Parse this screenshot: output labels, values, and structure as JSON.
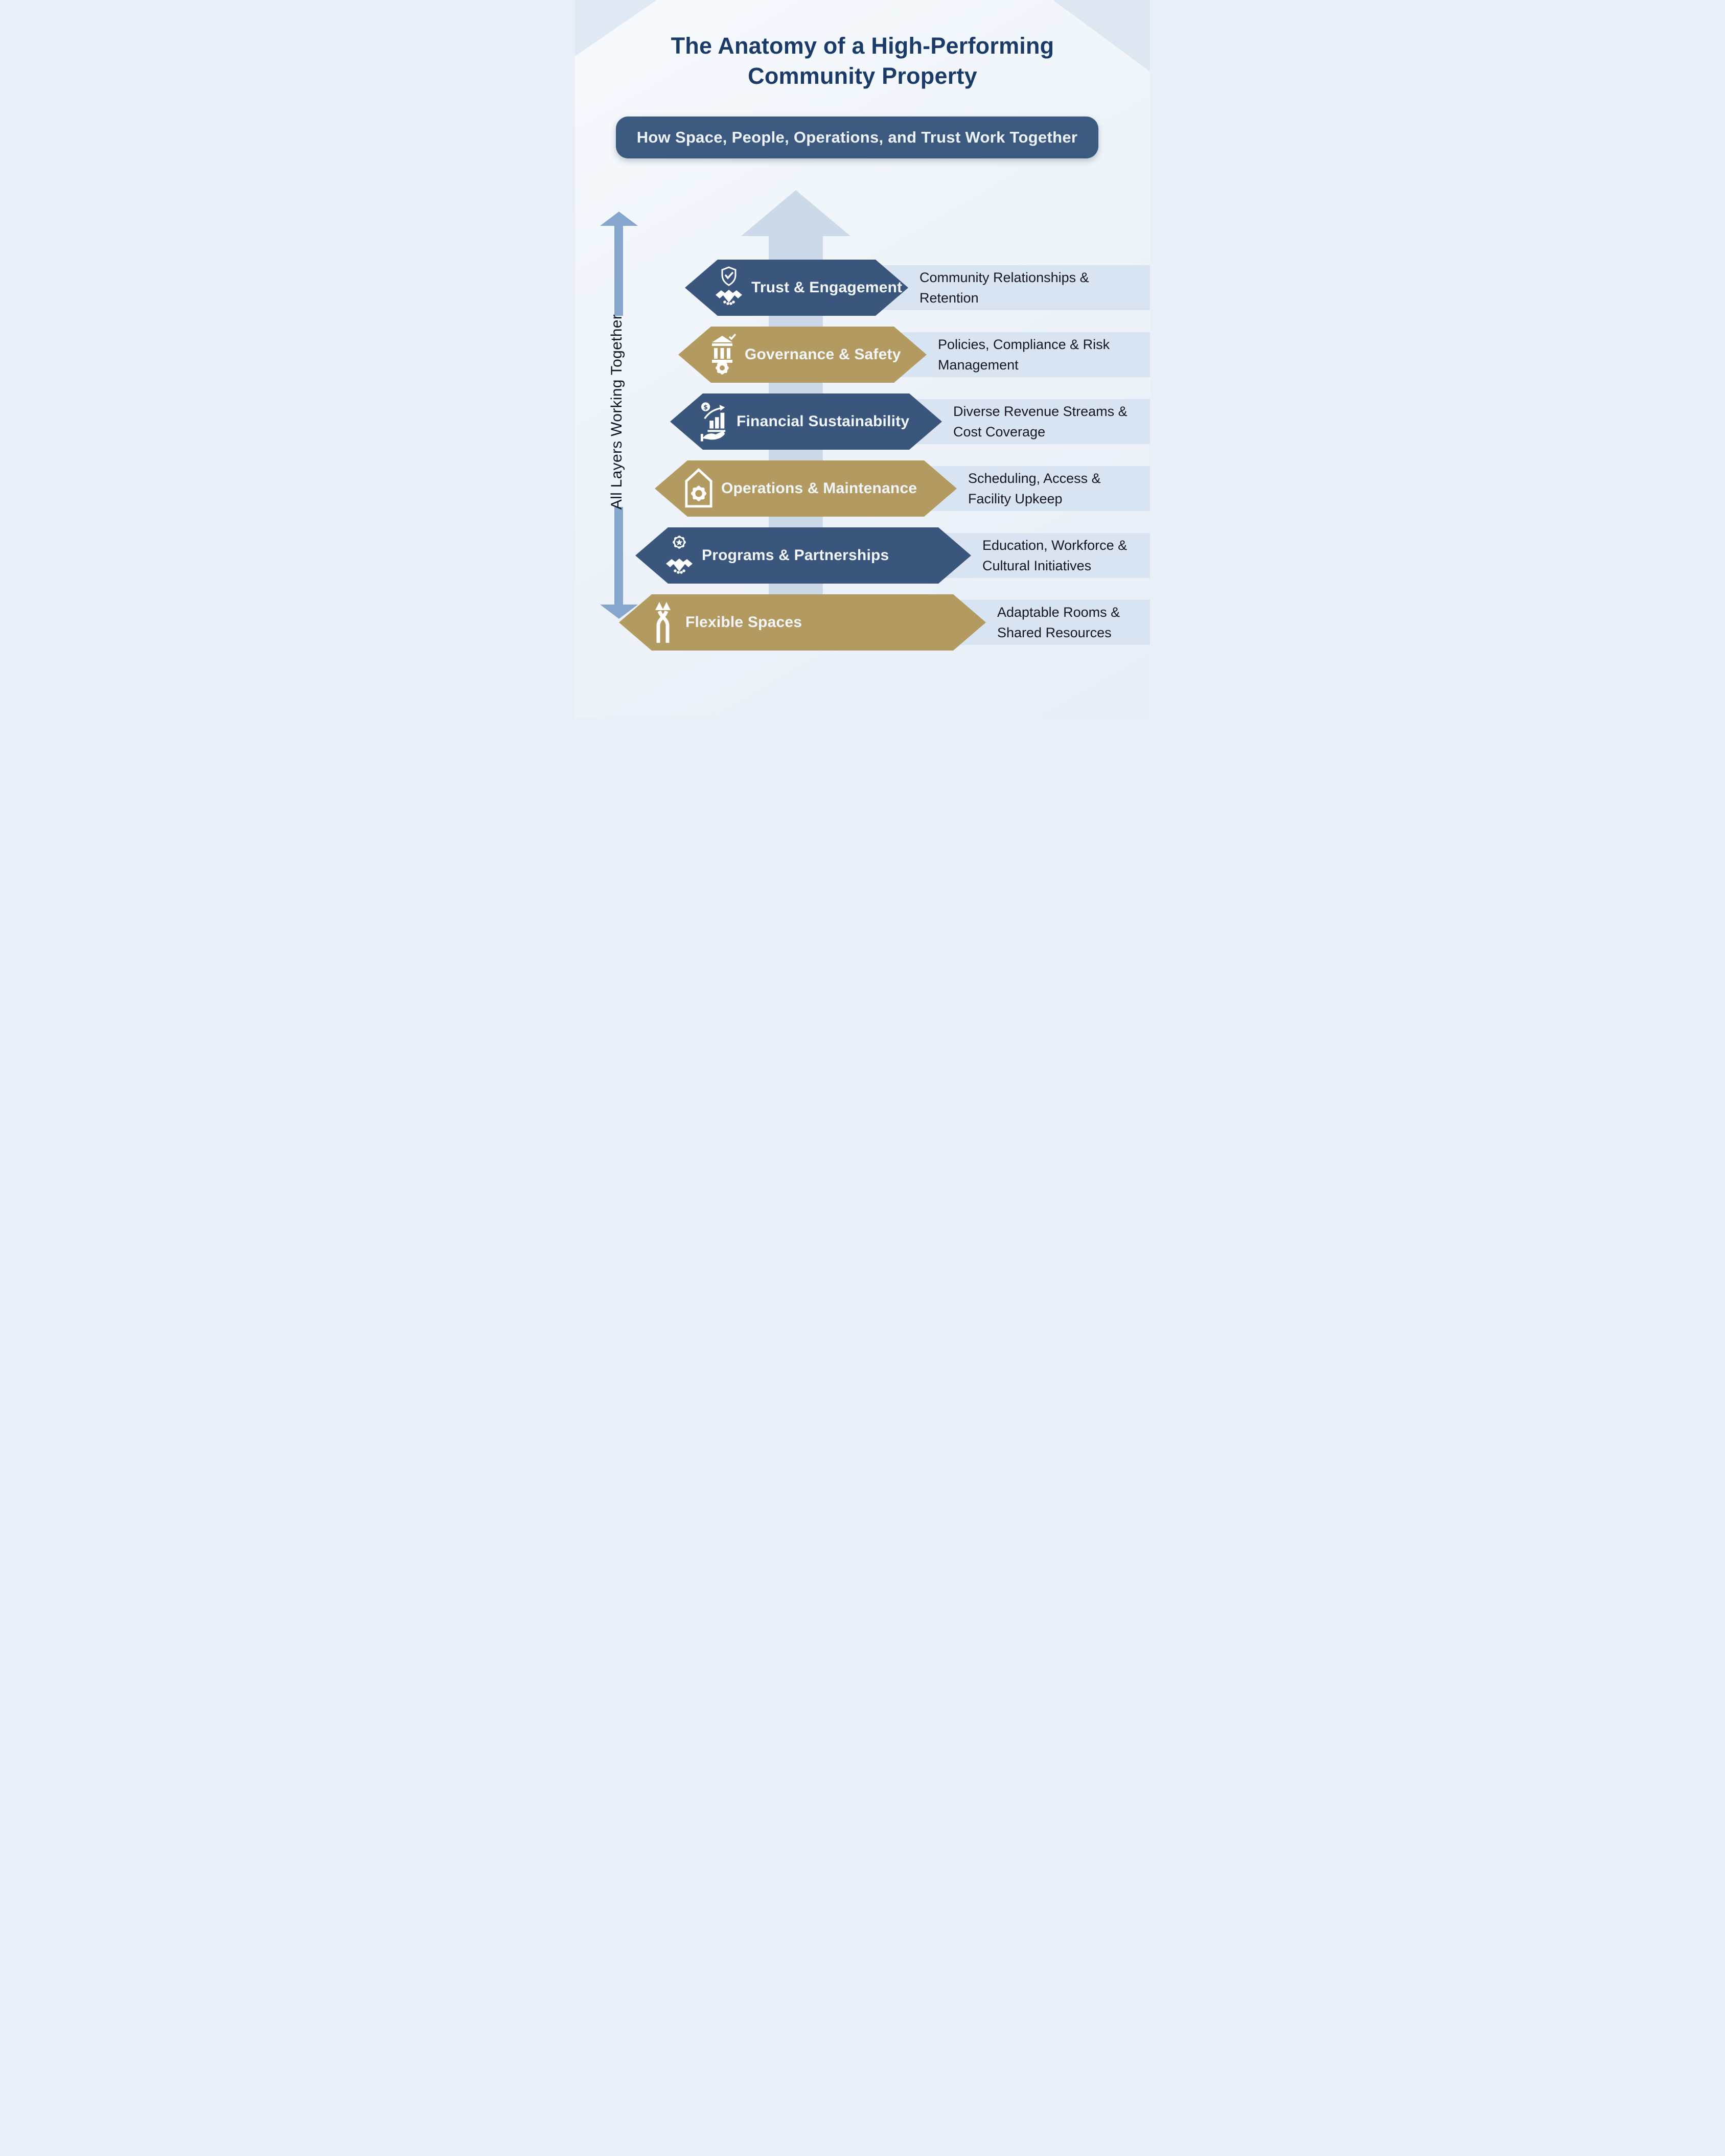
{
  "page": {
    "title_line1": "The Anatomy of a High-Performing",
    "title_line2": "Community Property",
    "subtitle": "How Space, People, Operations, and Trust Work Together",
    "side_label": "All Layers Working Together"
  },
  "colors": {
    "navy_banner": "#3a567c",
    "gold_banner": "#b29a60",
    "subtitle_banner": "#3c5a80",
    "title_text": "#1a3a68",
    "band": "#d8e4f1",
    "center_arrow": "#ccd9e9",
    "side_arrow": "#86a6ce"
  },
  "layers": [
    {
      "label": "Trust & Engagement",
      "description": "Community Relationships & Retention",
      "color": "navy",
      "icon": "shield-check-handshake-icon"
    },
    {
      "label": "Governance & Safety",
      "description": "Policies, Compliance & Risk Management",
      "color": "gold",
      "icon": "government-building-gear-icon"
    },
    {
      "label": "Financial Sustainability",
      "description": "Diverse Revenue Streams & Cost Coverage",
      "color": "navy",
      "icon": "growth-chart-dollar-hand-icon"
    },
    {
      "label": "Operations & Maintenance",
      "description": "Scheduling, Access & Facility Upkeep",
      "color": "gold",
      "icon": "house-gear-icon"
    },
    {
      "label": "Programs & Partnerships",
      "description": "Education, Workforce & Cultural Initiatives",
      "color": "navy",
      "icon": "gear-star-handshake-icon"
    },
    {
      "label": "Flexible Spaces",
      "description": "Adaptable Rooms & Shared Resources",
      "color": "gold",
      "icon": "crossed-arrows-icon"
    }
  ]
}
